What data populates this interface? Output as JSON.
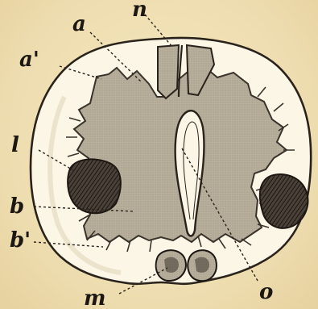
{
  "figure": {
    "labels": {
      "a": "a",
      "a_prime": "a'",
      "n": "n",
      "l": "l",
      "b": "b",
      "b_prime": "b'",
      "m": "m",
      "o": "o"
    },
    "colors": {
      "background": "#f1e3b8",
      "outline": "#2a231c",
      "grey_matter": "#b4ac98",
      "dark_masses": "#3a332b",
      "white_matter": "#fbf6e6"
    }
  }
}
